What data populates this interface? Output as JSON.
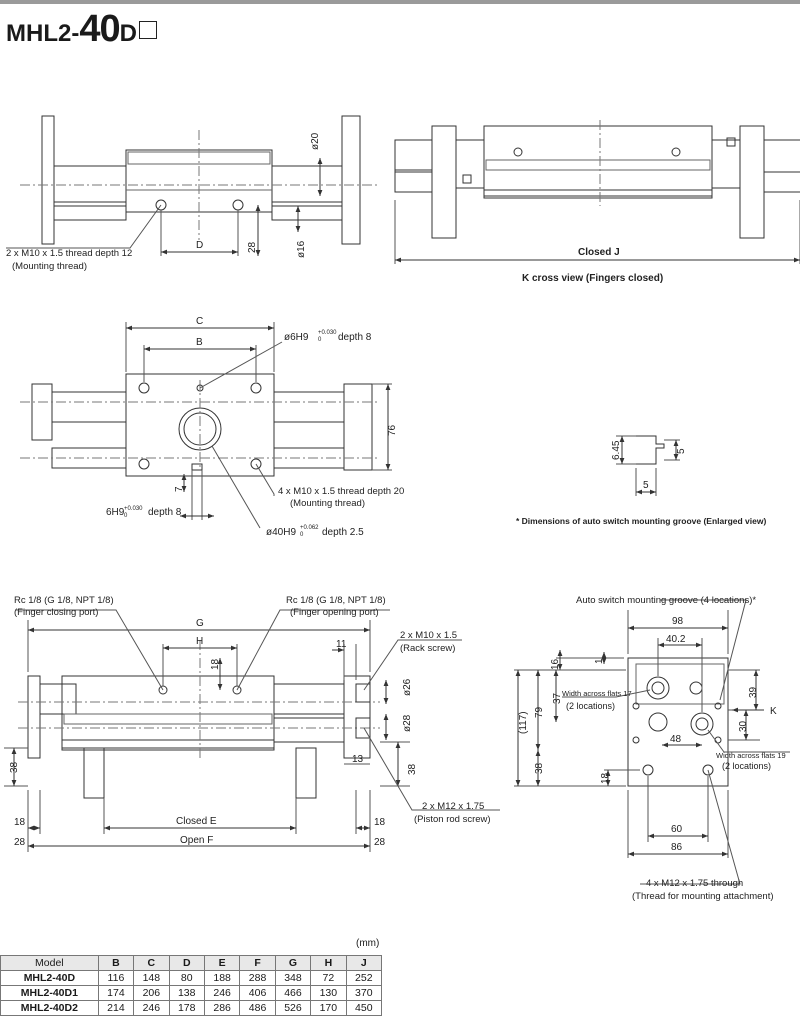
{
  "title": {
    "prefix": "MHL2-",
    "size": "40",
    "suffix": "D"
  },
  "views": {
    "top_left": {
      "mount_thread": "2 x M10 x 1.5 thread depth 12",
      "mount_thread_note": "(Mounting thread)",
      "dim_d": "D",
      "dim_28": "28",
      "dim_phi20": "ø20",
      "dim_phi16": "ø16"
    },
    "top_right": {
      "closed_j": "Closed J",
      "caption": "K cross view (Fingers closed)"
    },
    "middle": {
      "dim_c": "C",
      "dim_b": "B",
      "hole_top": "ø6H9",
      "hole_top_tol": "+0.030",
      "hole_top_tol2": "0",
      "hole_top_depth": "depth 8",
      "dim_76": "76",
      "dim_7": "7",
      "mount4": "4 x M10 x 1.5 thread depth 20",
      "mount4_note": "(Mounting thread)",
      "pin_left": "6H9",
      "pin_left_tol": "+0.030",
      "pin_left_tol2": "0",
      "pin_left_depth": "depth 8",
      "bore": "ø40H9",
      "bore_tol": "+0.062",
      "bore_tol2": "0",
      "bore_depth": "depth 2.5"
    },
    "groove": {
      "dim_645": "6.45",
      "dim_5a": "5",
      "dim_5b": "5",
      "caption": "* Dimensions of auto switch mounting groove (Enlarged view)"
    },
    "bottom_left": {
      "port_close": "Rc 1/8 (G 1/8, NPT 1/8)",
      "port_close_note": "(Finger closing port)",
      "port_open": "Rc 1/8 (G 1/8, NPT 1/8)",
      "port_open_note": "(Finger opening port)",
      "dim_g": "G",
      "dim_h": "H",
      "dim_18a": "18",
      "dim_11": "11",
      "rack": "2 x M10 x 1.5",
      "rack_note": "(Rack screw)",
      "phi26": "ø26",
      "phi28": "ø28",
      "dim_38a": "38",
      "dim_38b": "38",
      "dim_13": "13",
      "piston": "2 x M12 x 1.75",
      "piston_note": "(Piston rod screw)",
      "dim_18b": "18",
      "dim_18c": "18",
      "closed_e": "Closed E",
      "dim_28a": "28",
      "dim_28b": "28",
      "open_f": "Open F"
    },
    "bottom_right": {
      "groove_note": "Auto switch mounting groove (4 locations)*",
      "dim_98": "98",
      "dim_402": "40.2",
      "dim_16": "16",
      "dim_1": "1",
      "dim_117": "(117)",
      "dim_79": "79",
      "dim_37": "37",
      "flats17": "Width across flats 17",
      "flats17_note": "(2 locations)",
      "dim_39": "39",
      "dim_k": "K",
      "dim_30": "30",
      "dim_48": "48",
      "flats19": "Width across flats 19",
      "flats19_note": "(2 locations)",
      "dim_38": "38",
      "dim_18": "18",
      "dim_60": "60",
      "dim_86": "86",
      "through": "4 x M12 x 1.75 through",
      "through_note": "(Thread for mounting attachment)"
    }
  },
  "table": {
    "unit": "(mm)",
    "headers": [
      "Model",
      "B",
      "C",
      "D",
      "E",
      "F",
      "G",
      "H",
      "J"
    ],
    "rows": [
      [
        "MHL2-40D",
        "116",
        "148",
        "80",
        "188",
        "288",
        "348",
        "72",
        "252"
      ],
      [
        "MHL2-40D1",
        "174",
        "206",
        "138",
        "246",
        "406",
        "466",
        "130",
        "370"
      ],
      [
        "MHL2-40D2",
        "214",
        "246",
        "178",
        "286",
        "486",
        "526",
        "170",
        "450"
      ]
    ]
  }
}
